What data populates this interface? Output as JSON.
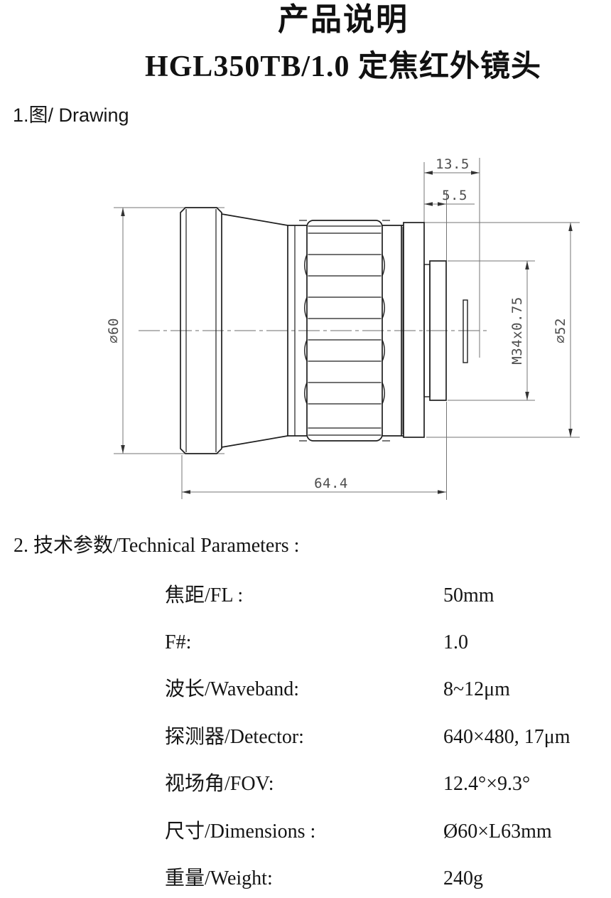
{
  "page": {
    "title": "产品说明",
    "subtitle": "HGL350TB/1.0 定焦红外镜头",
    "section1_heading": "1.图/ Drawing",
    "section2_heading": "2. 技术参数/Technical Parameters :"
  },
  "drawing": {
    "dims": {
      "rear_step_length": "13.5",
      "thread_length": "5.5",
      "front_diameter": "∅60",
      "rear_diameter": "∅52",
      "thread_spec": "M34x0.75",
      "overall_length": "64.4"
    }
  },
  "parameters": {
    "rows": [
      {
        "label": "焦距/FL :",
        "value": "50mm"
      },
      {
        "label": "F#:",
        "value": "1.0"
      },
      {
        "label": "波长/Waveband:",
        "value": "8~12μm"
      },
      {
        "label": "探测器/Detector:",
        "value": "640×480, 17μm"
      },
      {
        "label": "视场角/FOV:",
        "value": "12.4°×9.3°"
      },
      {
        "label": "尺寸/Dimensions :",
        "value": "Ø60×L63mm"
      },
      {
        "label": "重量/Weight:",
        "value": "240g"
      }
    ]
  }
}
